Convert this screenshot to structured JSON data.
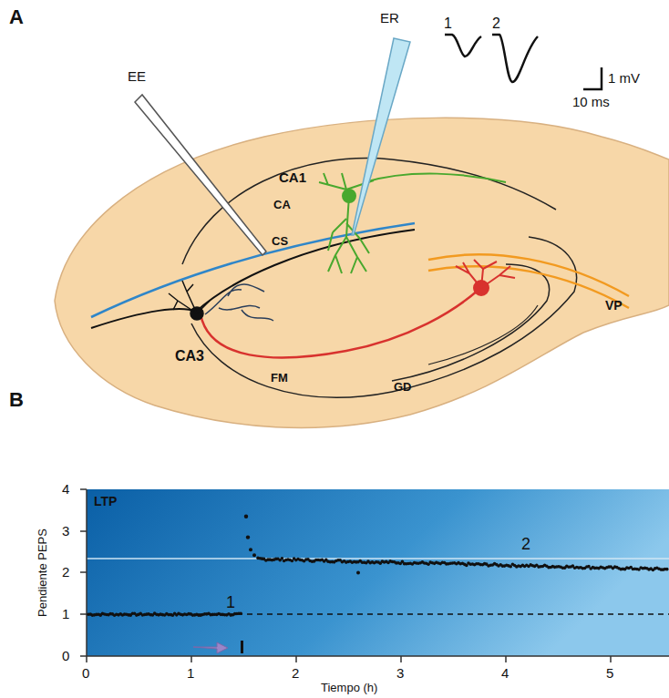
{
  "diagram": {
    "labels": [
      "A",
      "EE",
      "ER",
      "1",
      "2",
      "1 mV",
      "10 ms",
      "CA1",
      "CA",
      "CS",
      "VP",
      "CA3",
      "FM",
      "GD",
      "B",
      "LTP",
      "4",
      "3",
      "2",
      "1",
      "0",
      "Pendiente PEPS",
      "1",
      "2",
      "0",
      "1",
      "2",
      "3",
      "4",
      "5",
      "Tiempo (h)"
    ]
  }
}
